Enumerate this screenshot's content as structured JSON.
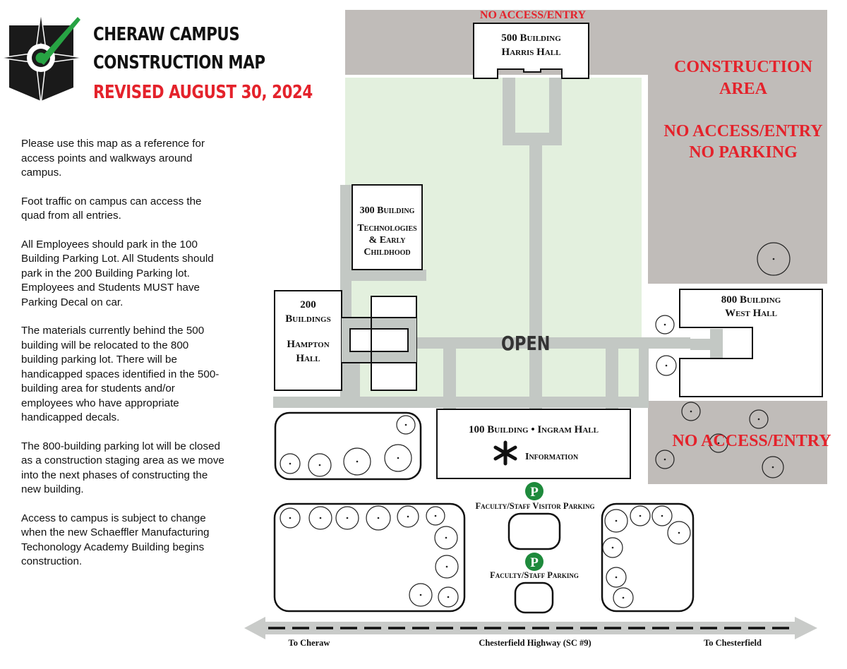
{
  "header": {
    "title_line1": "CHERAW CAMPUS",
    "title_line2": "CONSTRUCTION MAP",
    "revised": "REVISED AUGUST 30, 2024",
    "logo_icon": "compass-check-icon"
  },
  "description": [
    "Please use this map as a reference for access points and walkways around campus.",
    "Foot traffic on campus can access the quad from all entries.",
    "All Employees should park in the 100 Building Parking Lot.  All Students should park in the 200 Building Parking lot. Employees and Students MUST have Parking Decal on car.",
    "The materials currently behind the 500 building will be relocated to the 800 building parking lot. There will be handicapped spaces identified in the 500-building area for students and/or employees who have appropriate handicapped decals.",
    "The 800-building parking lot will be closed as a construction staging area as we move into the next phases of constructing the new building.",
    "Access to campus is subject to change when the new Schaeffler Manufacturing Techonology Academy Building begins construction."
  ],
  "map": {
    "top_no_access": "NO ACCESS/ENTRY",
    "construction_area": [
      "CONSTRUCTION",
      "AREA"
    ],
    "construction_no_access": [
      "NO ACCESS/ENTRY",
      "NO PARKING"
    ],
    "bottom_right_no_access": "NO ACCESS/ENTRY",
    "quad_status": "OPEN",
    "buildings": {
      "b500": [
        "500 Building",
        "Harris Hall"
      ],
      "b300": [
        "300 Building",
        "Technologies",
        "& Early",
        "Childhood"
      ],
      "b200": [
        "200",
        "Buildings",
        "Hampton",
        "Hall"
      ],
      "b800": [
        "800 Building",
        "West Hall"
      ],
      "b100": "100 Building • Ingram Hall",
      "b100_info": "Information"
    },
    "parking": {
      "visitor": "Faculty/Staff Visitor Parking",
      "staff": "Faculty/Staff Parking",
      "icon_letter": "P"
    },
    "road": {
      "left": "To Cheraw",
      "center": "Chesterfield Highway (SC #9)",
      "right": "To Chesterfield"
    }
  },
  "colors": {
    "red": "#e4222b",
    "gray_zone": "#c0bcb9",
    "quad_green": "#e3f0de",
    "walkway": "#c3c8c4",
    "parking_green": "#1e8a3c"
  }
}
